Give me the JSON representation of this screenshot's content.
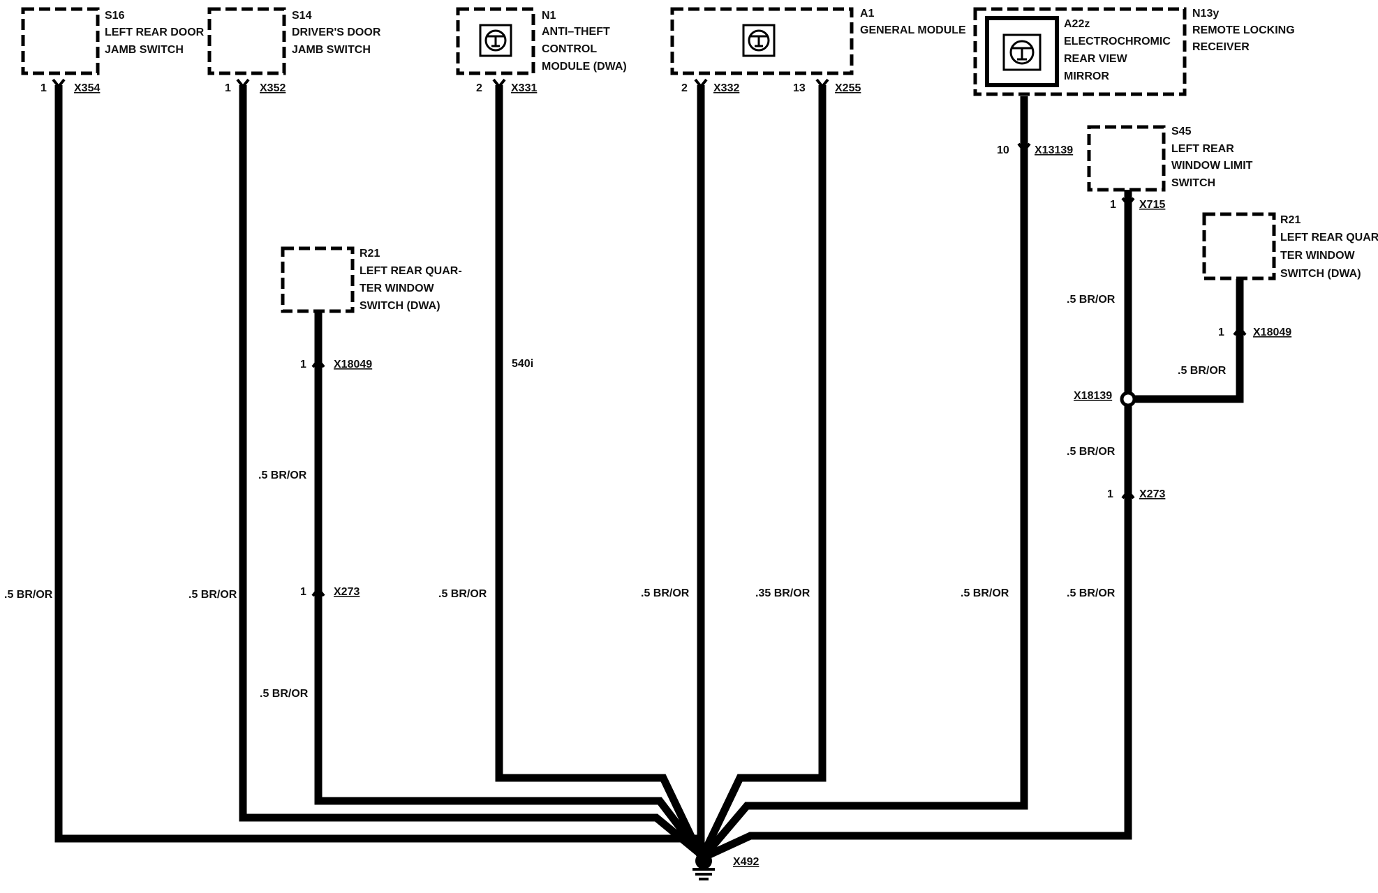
{
  "components": [
    {
      "id": "S16",
      "lines": [
        "LEFT REAR DOOR",
        "JAMB SWITCH"
      ]
    },
    {
      "id": "S14",
      "lines": [
        "DRIVER'S DOOR",
        "JAMB SWITCH"
      ]
    },
    {
      "id": "N1",
      "lines": [
        "ANTI–THEFT",
        "CONTROL",
        "MODULE (DWA)"
      ]
    },
    {
      "id": "A1",
      "lines": [
        "GENERAL MODULE"
      ]
    },
    {
      "id": "A22z",
      "lines": [
        "ELECTROCHROMIC",
        "REAR VIEW",
        "MIRROR"
      ]
    },
    {
      "id": "N13y",
      "lines": [
        "REMOTE LOCKING",
        "RECEIVER"
      ]
    },
    {
      "id": "S45",
      "lines": [
        "LEFT REAR",
        "WINDOW LIMIT",
        "SWITCH"
      ]
    },
    {
      "id": "R21",
      "lines": [
        "LEFT REAR QUAR-",
        "TER WINDOW",
        "SWITCH (DWA)"
      ]
    },
    {
      "id": "R21",
      "lines": [
        "LEFT REAR QUAR-",
        "TER WINDOW",
        "SWITCH (DWA)"
      ]
    }
  ],
  "pins": {
    "s16": "1",
    "s14": "1",
    "n1": "2",
    "a1a": "2",
    "a1b": "13",
    "a22": "10",
    "s45": "1",
    "r21a_top": "1",
    "r21a_x273": "1",
    "r21b": "1",
    "s45_x273": "1"
  },
  "connectors": {
    "s16": "X354",
    "s14": "X352",
    "n1": "X331",
    "a1a": "X332",
    "a1b": "X255",
    "a22": "X13139",
    "s45": "X715",
    "r21a_top": "X18049",
    "r21a_x273": "X273",
    "r21b": "X18049",
    "splice": "X18139",
    "s45_x273": "X273",
    "ground": "X492"
  },
  "wires": {
    "s16": ".5 BR/OR",
    "s14": ".5 BR/OR",
    "r21a_mid": ".5 BR/OR",
    "r21a_low": ".5 BR/OR",
    "n1_note": "540i",
    "n1": ".5 BR/OR",
    "a1a": ".5 BR/OR",
    "a1b": ".35 BR/OR",
    "a22": ".5 BR/OR",
    "s45_top": ".5 BR/OR",
    "r21b": ".5 BR/OR",
    "s45_mid": ".5 BR/OR",
    "s45_low": ".5 BR/OR"
  }
}
